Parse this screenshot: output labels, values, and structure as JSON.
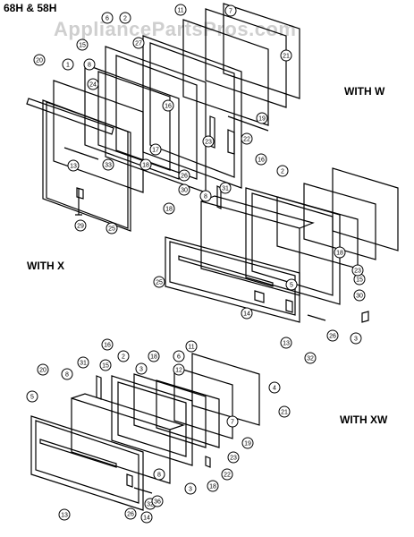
{
  "title": "68H & 58H",
  "watermark": "AppliancePartsPros.com",
  "sections": {
    "with_w": "WITH W",
    "with_x": "WITH X",
    "with_xw": "WITH XW"
  },
  "callouts": {
    "top": [
      "20",
      "1",
      "8",
      "24",
      "6",
      "2",
      "27",
      "15",
      "11",
      "7",
      "21",
      "16",
      "13",
      "33",
      "17",
      "18",
      "26",
      "30",
      "23",
      "22",
      "19",
      "29",
      "25"
    ],
    "mid": [
      "8",
      "31",
      "16",
      "2",
      "18",
      "25",
      "5",
      "14",
      "13",
      "26",
      "30",
      "15",
      "23",
      "18",
      "32",
      "3"
    ],
    "bottom": [
      "16",
      "2",
      "18",
      "3",
      "11",
      "6",
      "12",
      "20",
      "31",
      "8",
      "5",
      "15",
      "4",
      "21",
      "7",
      "13",
      "26",
      "14",
      "32",
      "36",
      "8",
      "3",
      "19",
      "23",
      "22",
      "18"
    ]
  },
  "colors": {
    "line": "#000000",
    "paper": "#ffffff",
    "watermark": "#cfcfcf"
  }
}
